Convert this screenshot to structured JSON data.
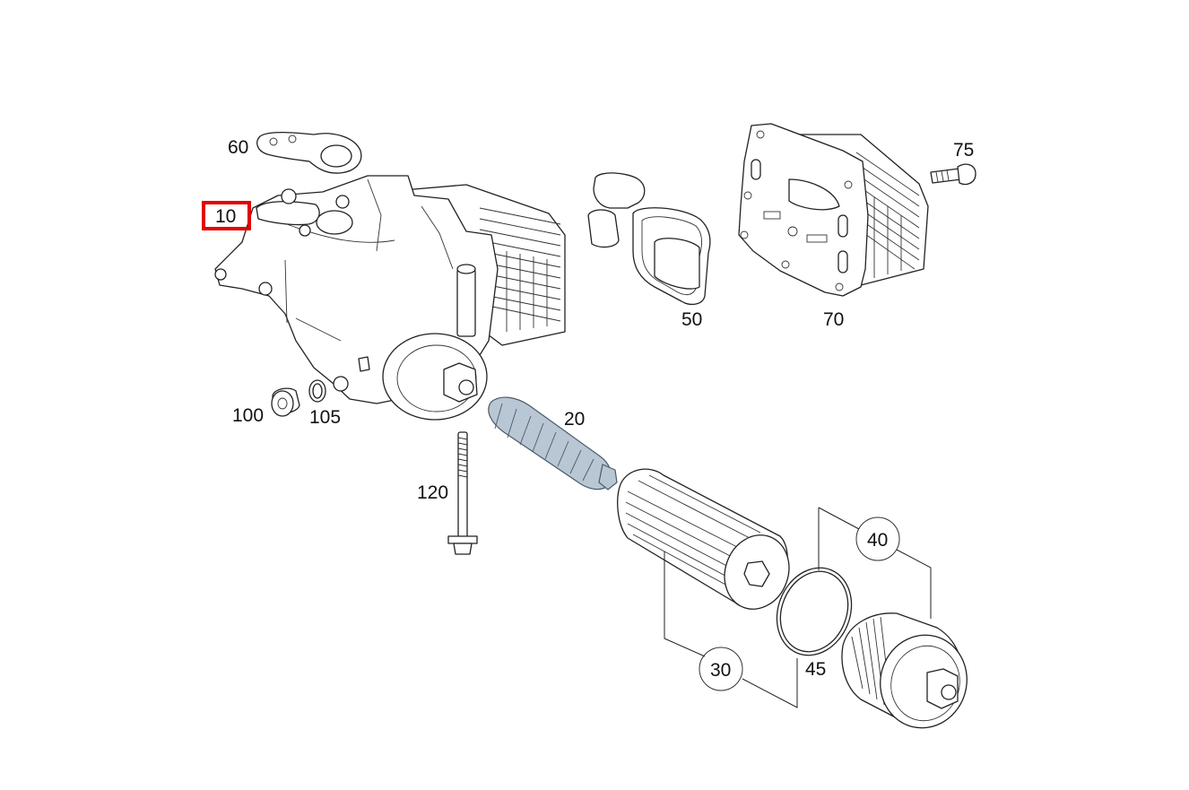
{
  "diagram": {
    "highlighted_part": "10",
    "highlight_color": "#e30000",
    "accent_part_color": "#b9c6d3",
    "labels": {
      "p10": "10",
      "p20": "20",
      "p30": "30",
      "p40": "40",
      "p45": "45",
      "p50": "50",
      "p60": "60",
      "p70": "70",
      "p75": "75",
      "p100": "100",
      "p105": "105",
      "p120": "120"
    }
  }
}
